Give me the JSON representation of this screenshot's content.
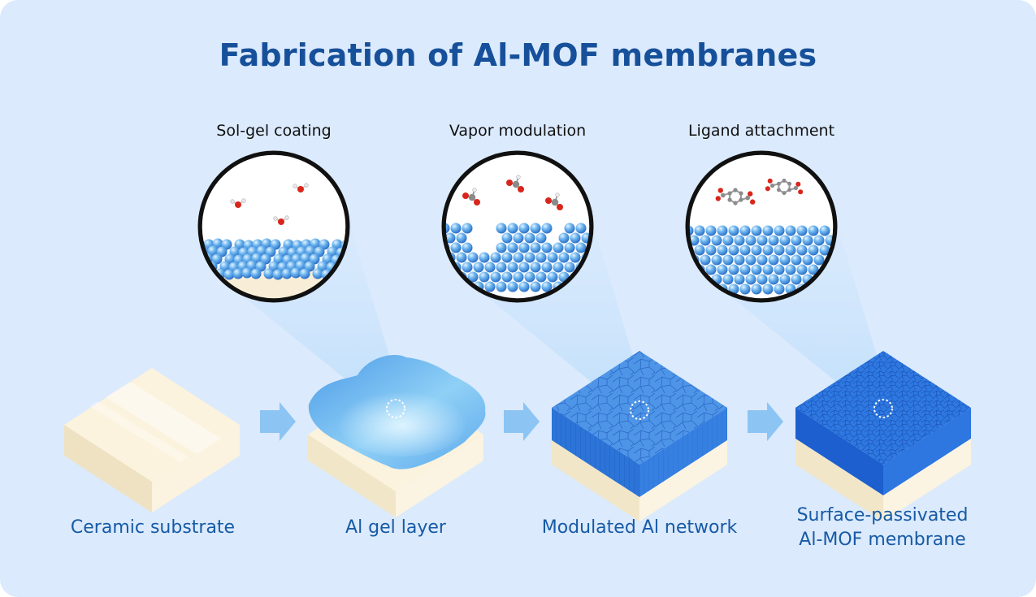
{
  "title": "Fabrication of Al-MOF membranes",
  "steps": [
    {
      "label": "Sol-gel coating"
    },
    {
      "label": "Vapor modulation"
    },
    {
      "label": "Ligand attachment"
    }
  ],
  "stages": [
    {
      "lines": [
        "Ceramic substrate"
      ]
    },
    {
      "lines": [
        "Al gel layer"
      ]
    },
    {
      "lines": [
        "Modulated Al network"
      ]
    },
    {
      "lines": [
        "Surface-passivated",
        "Al-MOF membrane"
      ]
    }
  ],
  "colors": {
    "background": "#dbeafc",
    "title": "#17509a",
    "stage_label": "#175aa6",
    "substrate": "#f6ecd3",
    "gel": "#7ec0f2",
    "network": "#2f7fe0",
    "membrane": "#1f6bd8",
    "sphere": "#5aa8ea",
    "arrow": "#8cc4f4",
    "oxygen": "#d9261c",
    "carbon": "#8a8a8a"
  },
  "icons": [
    "arrow-right-icon",
    "zoom-marker-icon",
    "water-molecule-icon",
    "formic-acid-molecule-icon",
    "linker-molecule-icon"
  ]
}
